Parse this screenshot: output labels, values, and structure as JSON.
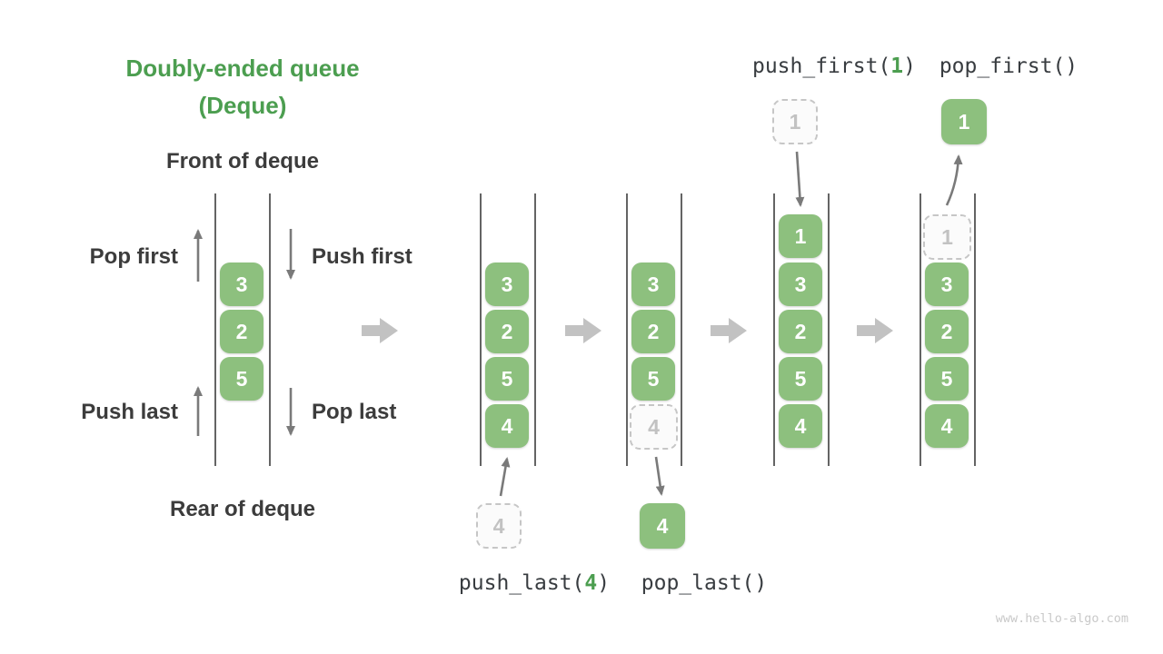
{
  "title": {
    "line1": "Doubly-ended queue",
    "line2": "(Deque)"
  },
  "deque_labels": {
    "front": "Front of deque",
    "rear": "Rear of deque"
  },
  "side_ops": {
    "pop_first": "Pop first",
    "push_first": "Push first",
    "push_last": "Push last",
    "pop_last": "Pop last"
  },
  "operations": {
    "push_last": {
      "prefix": "push_last(",
      "arg": "4",
      "suffix": ")"
    },
    "pop_last": {
      "text": "pop_last()"
    },
    "push_first": {
      "prefix": "push_first(",
      "arg": "1",
      "suffix": ")"
    },
    "pop_first": {
      "text": "pop_first()"
    }
  },
  "queues": {
    "q1": {
      "cells": [
        "3",
        "2",
        "5"
      ]
    },
    "q2": {
      "cells": [
        "3",
        "2",
        "5",
        "4"
      ]
    },
    "q3": {
      "cells": [
        "3",
        "2",
        "5",
        "4"
      ],
      "ghost_index": 3
    },
    "q4": {
      "cells": [
        "1",
        "3",
        "2",
        "5",
        "4"
      ]
    },
    "q5": {
      "cells": [
        "1",
        "3",
        "2",
        "5",
        "4"
      ],
      "ghost_index": 0
    }
  },
  "floating_items": {
    "push_last_value": "4",
    "pop_last_value": "4",
    "push_first_value": "1",
    "pop_first_value": "1"
  },
  "watermark": "www.hello-algo.com",
  "colors": {
    "accent_green": "#4c9e50",
    "cell_green": "#8dc07e",
    "ghost_gray": "#c6c6c6",
    "thin_arrow_gray": "#7a7a7a",
    "flow_arrow_gray": "#c2c2c2",
    "label_dark": "#3c3c3c"
  }
}
